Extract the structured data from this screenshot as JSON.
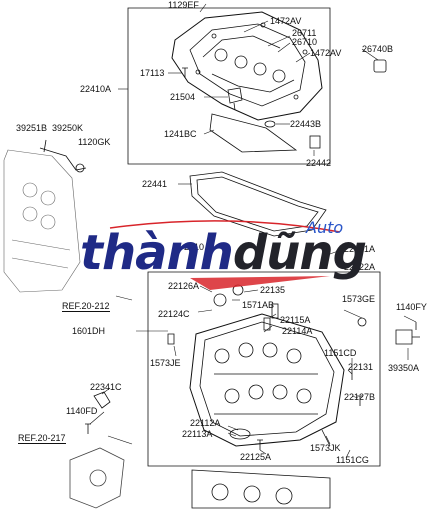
{
  "parts": {
    "p1129ef": "1129EF",
    "p1472av_a": "1472AV",
    "p26711": "26711",
    "p26710": "26710",
    "p1472av_b": "1472AV",
    "p26740b": "26740B",
    "p22410a": "22410A",
    "p17113": "17113",
    "p21504": "21504",
    "p22443b": "22443B",
    "p1241bc": "1241BC",
    "p22442": "22442",
    "p39251b": "39251B",
    "p39250k": "39250K",
    "p1120gk": "1120GK",
    "p22441": "22441",
    "p22321a": "22321A",
    "p22322a": "22322A",
    "p2210": "2210",
    "p22126a": "22126A",
    "p22135": "22135",
    "p1571ab": "1571AB",
    "p1573ge": "1573GE",
    "p1140fy": "1140FY",
    "p22124c": "22124C",
    "p22115a": "22115A",
    "p22114a": "22114A",
    "p1601dh": "1601DH",
    "p1573je": "1573JE",
    "p1151cd": "1151CD",
    "p39350a": "39350A",
    "p22131": "22131",
    "p22341c": "22341C",
    "p22127b": "22127B",
    "p1140fd": "1140FD",
    "p22112a": "22112A",
    "p22113a": "22113A",
    "p1573jk": "1573JK",
    "p22125a": "22125A",
    "p1151cg": "1151CG"
  },
  "refs": {
    "ref212": "REF.20-212",
    "ref217": "REF.20-217"
  },
  "watermark": {
    "main_a": "thành",
    "main_b": "dũng",
    "sub": "Auto",
    "accent_color": "#1f2a86",
    "swoosh_color": "#d8242a"
  }
}
